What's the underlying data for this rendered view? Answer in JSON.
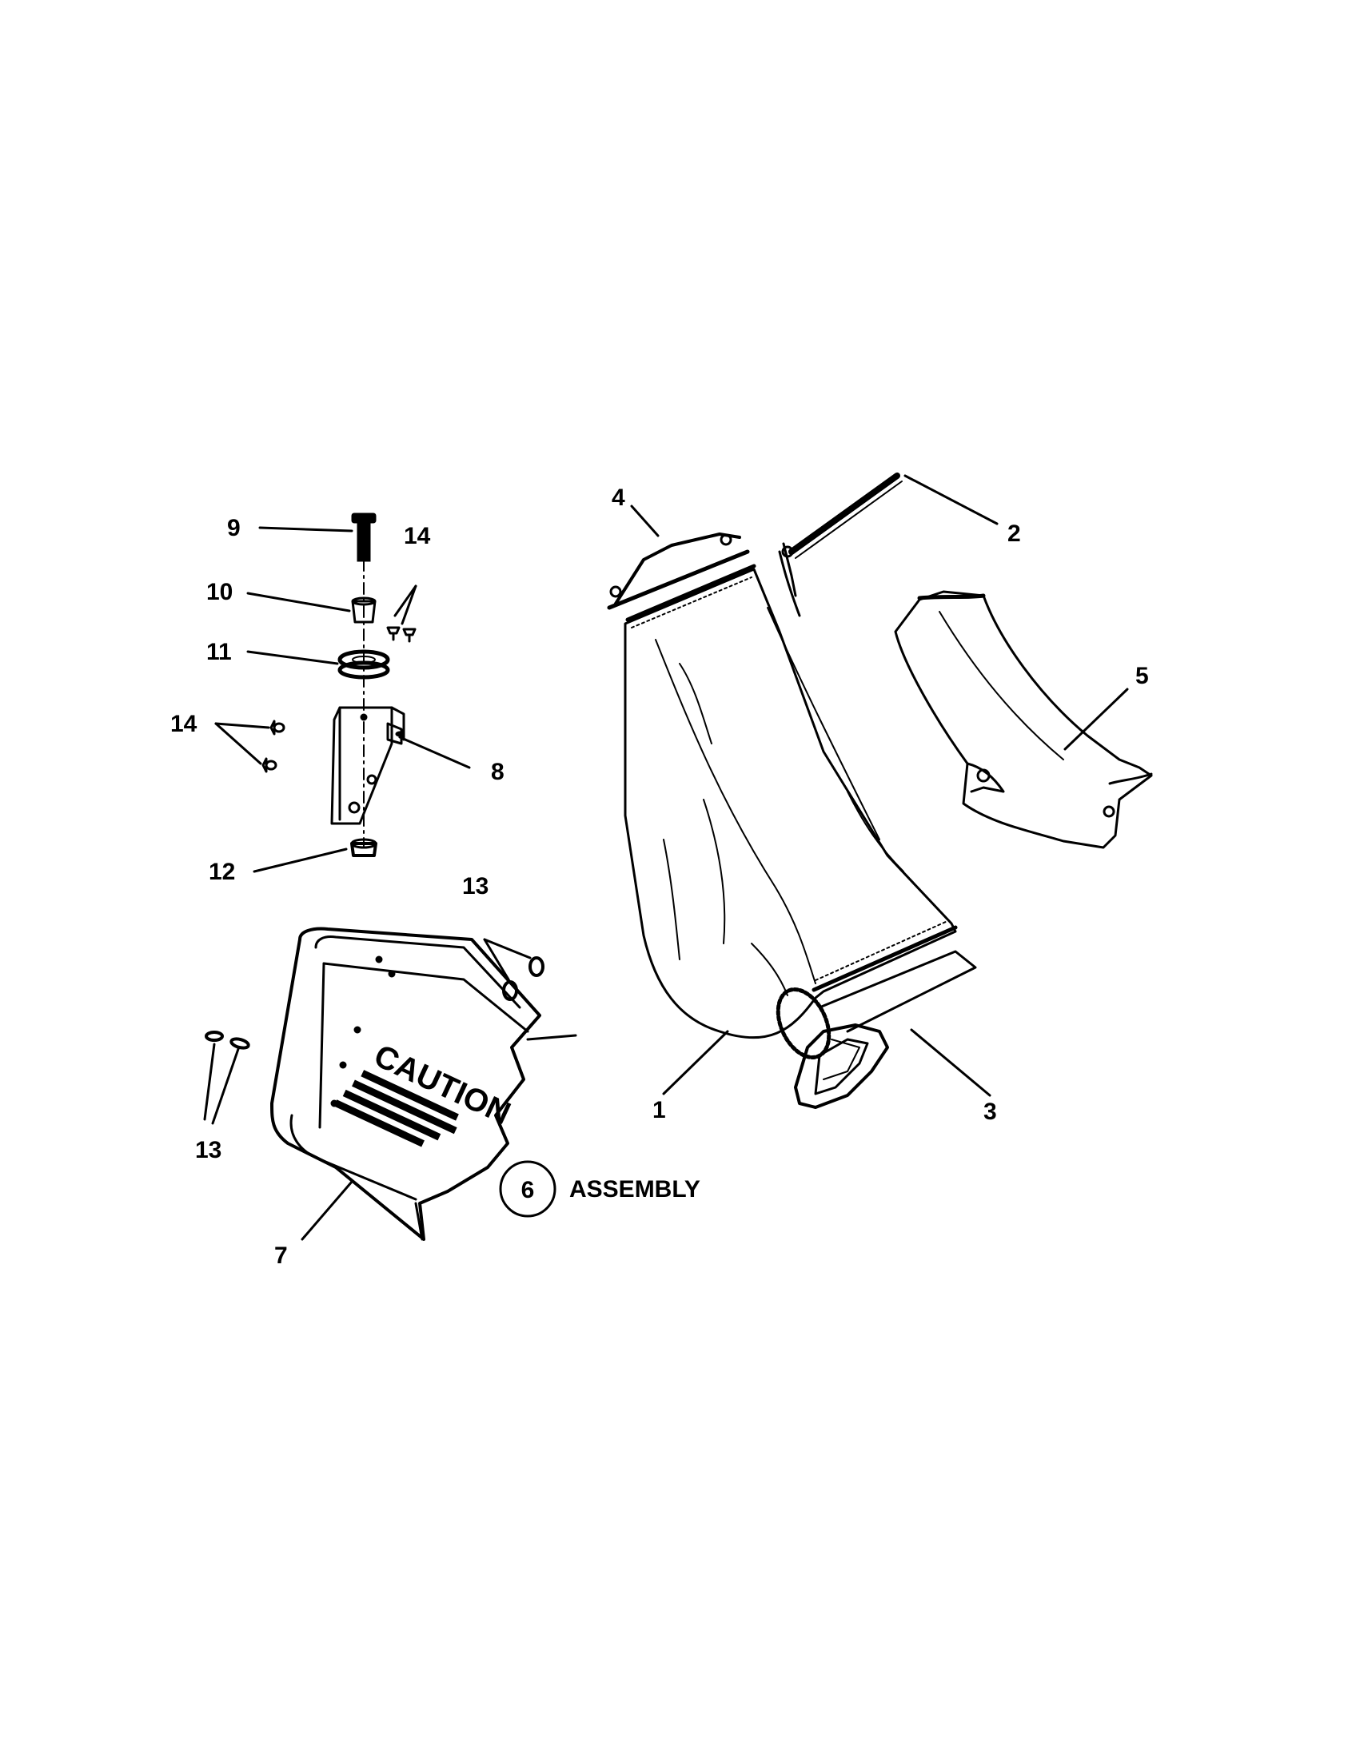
{
  "callouts": {
    "p1": "1",
    "p2": "2",
    "p3": "3",
    "p4": "4",
    "p5": "5",
    "p6": "6",
    "p7": "7",
    "p8": "8",
    "p9": "9",
    "p10": "10",
    "p11": "11",
    "p12": "12",
    "p13a": "13",
    "p13b": "13",
    "p14a": "14",
    "p14b": "14"
  },
  "assembly_label": "ASSEMBLY",
  "caution_label": "CAUTION"
}
